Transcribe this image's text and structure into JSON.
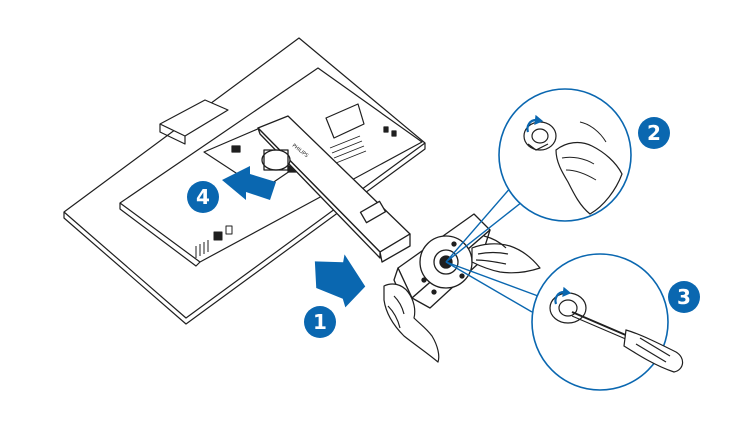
{
  "figure": {
    "background": "#ffffff",
    "line_color": "#1f1f1f",
    "accent": "#0a67b0"
  },
  "steps": [
    {
      "number": "1",
      "icon": "arrow-right-icon",
      "role": "push base onto stand"
    },
    {
      "number": "2",
      "icon": "thumbscrew-icon",
      "role": "loosen thumbscrew by hand"
    },
    {
      "number": "3",
      "icon": "screwdriver-icon",
      "role": "loosen screw with screwdriver"
    },
    {
      "number": "4",
      "icon": "arrow-left-icon",
      "role": "slide stand off monitor"
    }
  ],
  "brand_text": "PHILIPS"
}
